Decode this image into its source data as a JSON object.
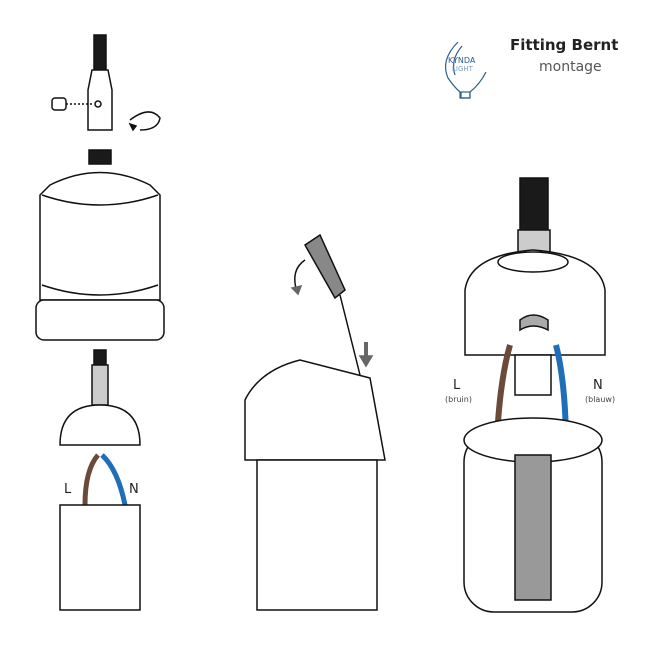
{
  "header": {
    "title": "Fitting Bernt",
    "subtitle": "montage"
  },
  "logo": {
    "line1": "KYNDA",
    "line2": "LIGHT"
  },
  "step1": {
    "live_label": "L",
    "neutral_label": "N"
  },
  "step3": {
    "live_label": "L",
    "live_color_name": "(bruin)",
    "neutral_label": "N",
    "neutral_color_name": "(blauw)"
  },
  "colors": {
    "brown": "#6b4a3a",
    "blue": "#1f6fb8",
    "grey": "#8a8a8a",
    "cable": "#1a1a1a",
    "logo": "#2e5e8c"
  }
}
